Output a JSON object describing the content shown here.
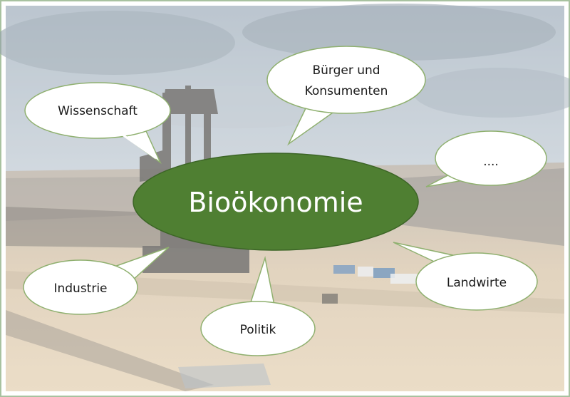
{
  "diagram": {
    "center": {
      "label": "Bioökonomie",
      "color": "#4f7f32"
    },
    "bubbles": [
      {
        "id": "wissenschaft",
        "lines": [
          "Wissenschaft"
        ]
      },
      {
        "id": "buerger",
        "lines": [
          "Bürger und",
          "Konsumenten"
        ]
      },
      {
        "id": "more",
        "lines": [
          "...."
        ]
      },
      {
        "id": "industrie",
        "lines": [
          "Industrie"
        ]
      },
      {
        "id": "politik",
        "lines": [
          "Politik"
        ]
      },
      {
        "id": "landwirte",
        "lines": [
          "Landwirte"
        ]
      }
    ],
    "colors": {
      "bubble_fill": "#ffffff",
      "bubble_stroke": "#8fb06f",
      "frame": "#a8c2a0"
    }
  }
}
